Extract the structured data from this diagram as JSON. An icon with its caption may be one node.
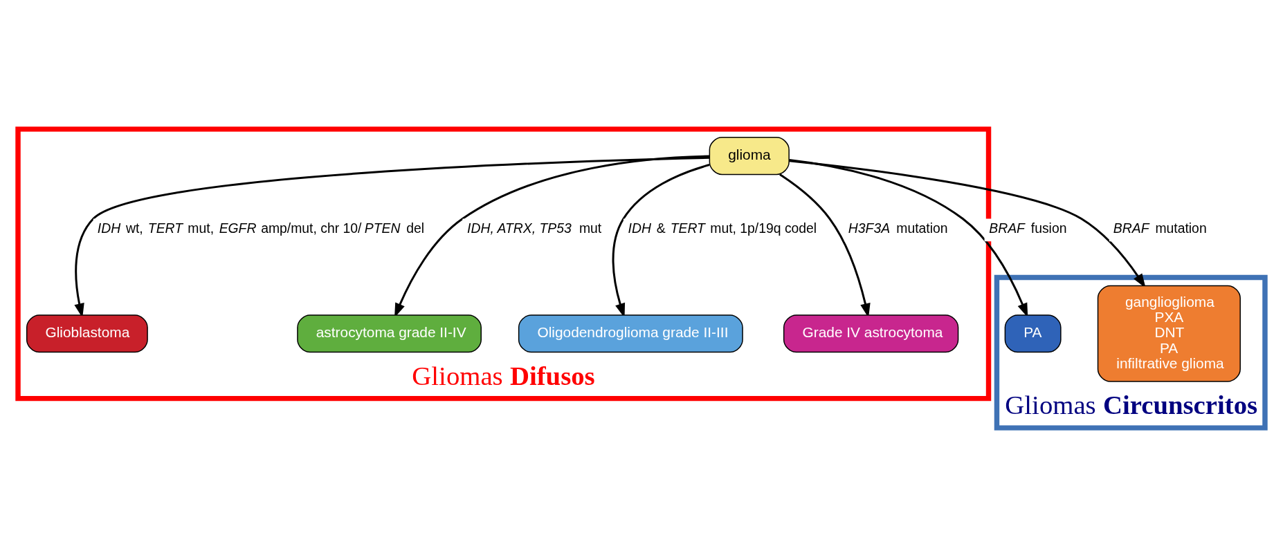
{
  "diagram": {
    "nodes": [
      {
        "text": [
          "Gliomas **Circunscritos**"
        ]
      },
      {
        "text": [
          "PA"
        ],
        "in": 0
      },
      {
        "text": [
          "ganglioglioma",
          "PXA",
          "DNT",
          "PA",
          "infiltrative glioma"
        ],
        "in": 0
      },
      {
        "text": [
          "Gliomas **Difusos**"
        ]
      },
      {
        "text": [
          "glioma"
        ],
        "in": 3
      },
      {
        "text": [
          "Glioblastoma"
        ],
        "in": 3
      },
      {
        "text": [
          "astrocytoma grade II-IV"
        ],
        "in": 3
      },
      {
        "text": [
          "Oligodendroglioma grade II-III"
        ],
        "in": 3
      },
      {
        "text": [
          "Grade IV astrocytoma"
        ],
        "in": 3
      }
    ],
    "edges": [
      {
        "from": 4,
        "to": 1,
        "arrow": "to",
        "label": "*BRAF* fusion"
      },
      {
        "from": 4,
        "to": 2,
        "arrow": "to",
        "label": "*BRAF* mutation"
      },
      {
        "from": 4,
        "to": 6,
        "arrow": "to",
        "label": "*IDH, ATRX, TP53* mut"
      },
      {
        "from": 4,
        "to": 7,
        "arrow": "to",
        "label": "*IDH* & *TERT* mut, 1p/19q codel"
      },
      {
        "from": 4,
        "to": 8,
        "arrow": "to",
        "label": "*H3F3A* mutation"
      },
      {
        "from": 4,
        "to": 5,
        "arrow": "to",
        "label": "*IDH* wt, *TERT* mut, *EGFR* amp/mut, chr 10/*PTEN* del"
      }
    ]
  }
}
